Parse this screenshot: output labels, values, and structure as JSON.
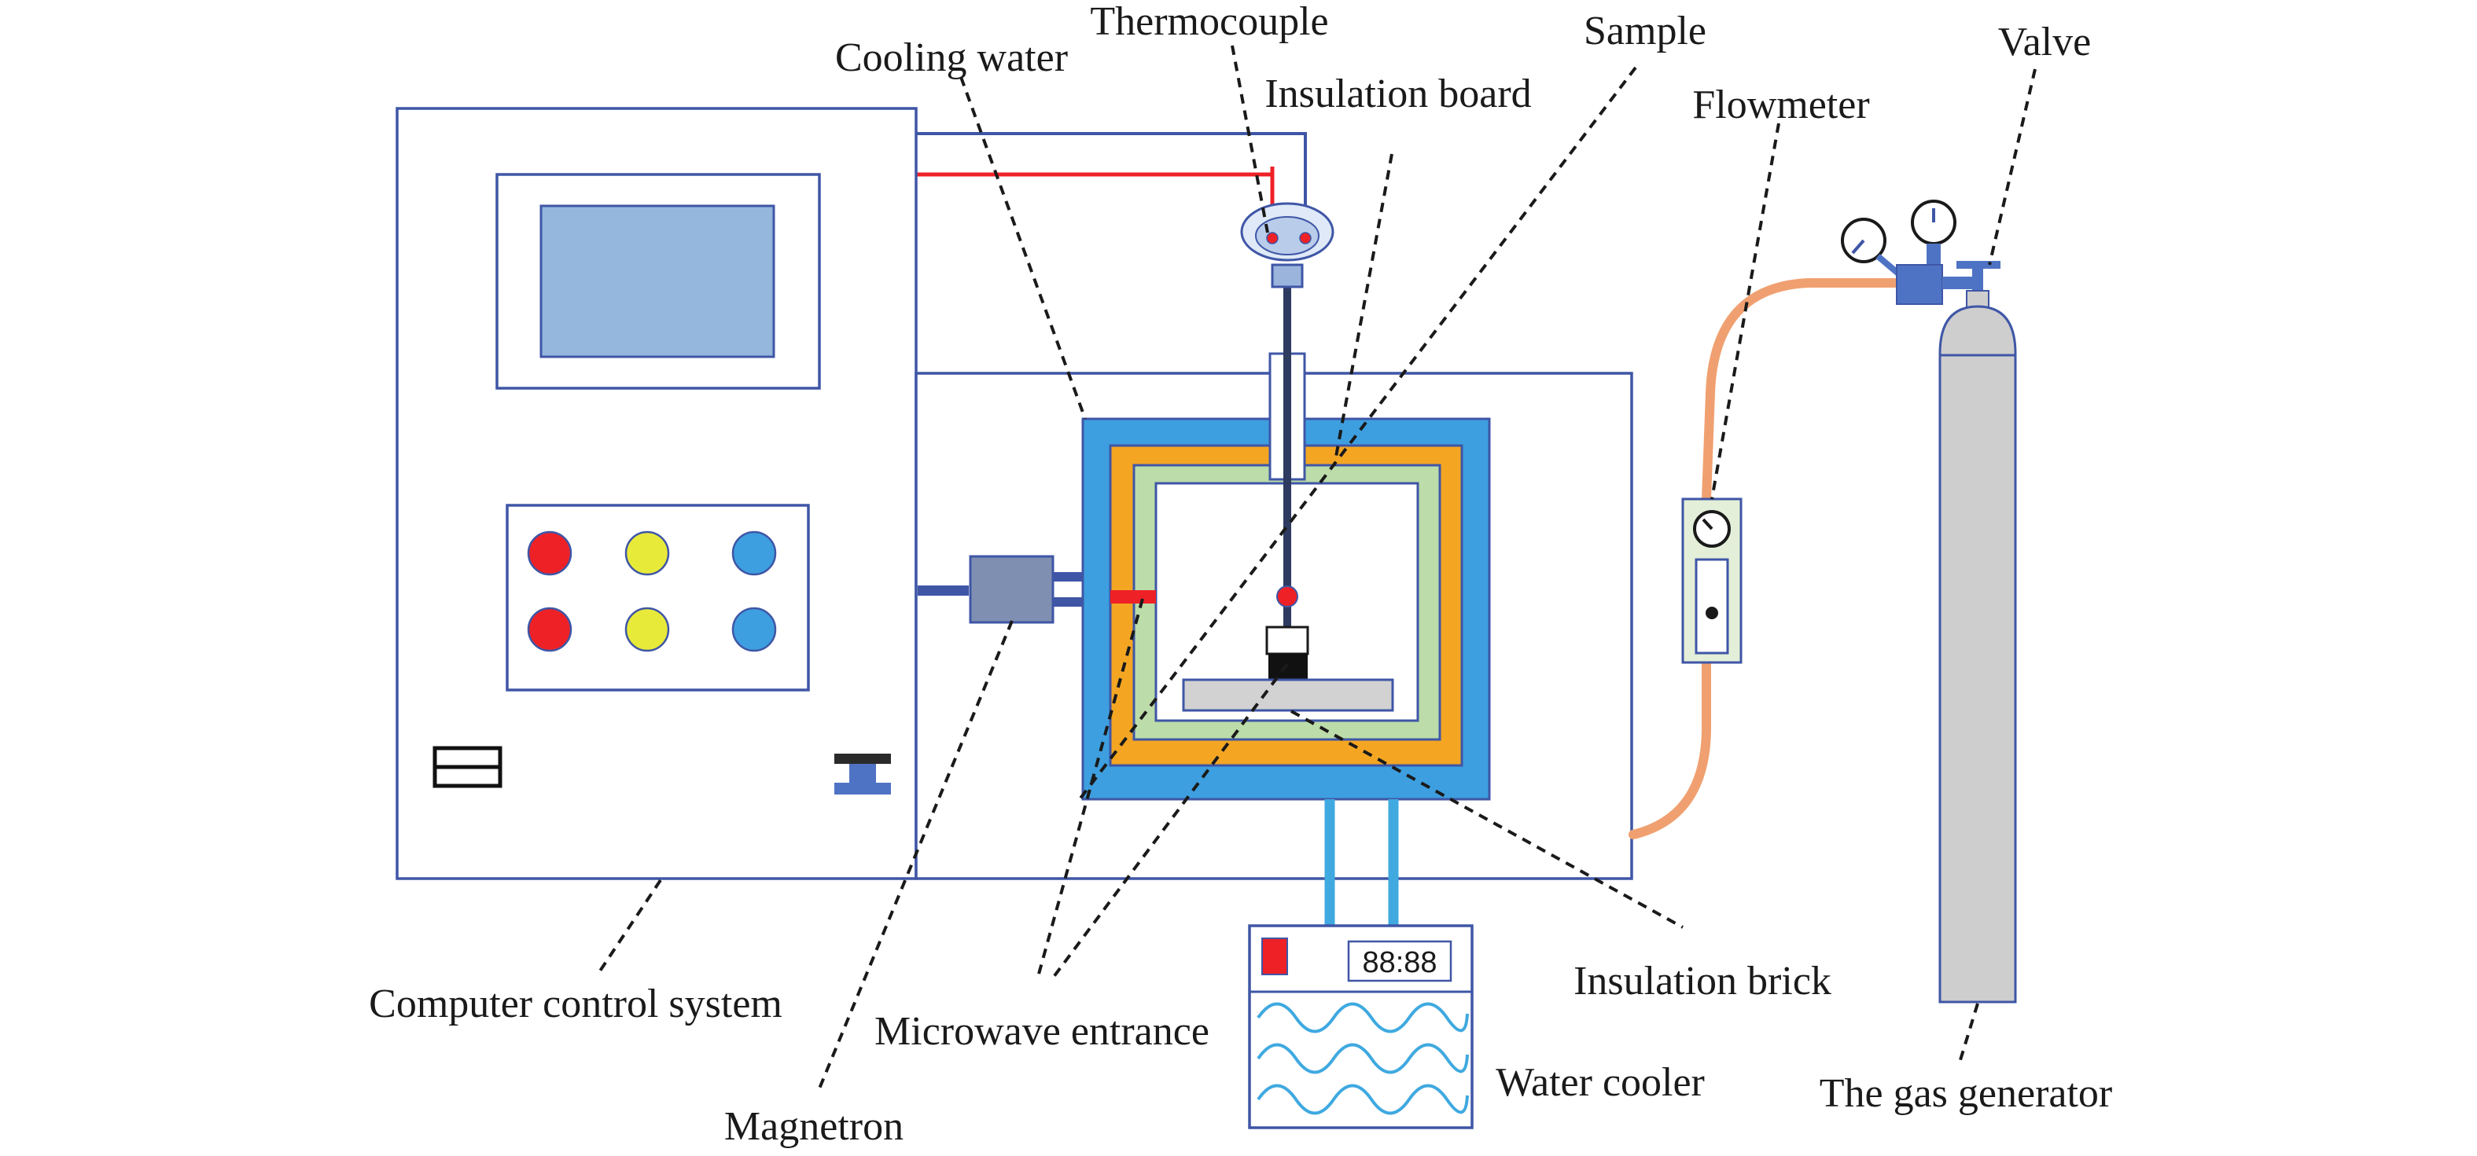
{
  "labels": {
    "thermocouple": "Thermocouple",
    "sample": "Sample",
    "valve": "Valve",
    "cooling_water": "Cooling water",
    "insulation_board": "Insulation board",
    "flowmeter": "Flowmeter",
    "computer_control_system": "Computer control system",
    "microwave_entrance": "Microwave entrance",
    "insulation_brick": "Insulation brick",
    "water_cooler": "Water cooler",
    "magnetron": "Magnetron",
    "gas_generator": "The gas generator"
  },
  "water_cooler_display": "88:88",
  "colors": {
    "outline": "#3f56a6",
    "screen": "#95b7de",
    "outer_shell": "#3d9fdf",
    "insulation_brick": "#f4a623",
    "insulation_board": "#bcdca9",
    "button_red": "#ee2127",
    "button_yellow": "#e8ea3a",
    "button_blue": "#3d9fdf",
    "magnetron": "#7f8fb1",
    "waveguide": "#ee2127",
    "gas_hose": "#f0a070",
    "cylinder": "#cecece",
    "regulator": "#4f73c4",
    "water_pipe": "#3fa9e0",
    "wave": "#3fa9e0",
    "thermocouple_wire": "#2e3a60"
  }
}
